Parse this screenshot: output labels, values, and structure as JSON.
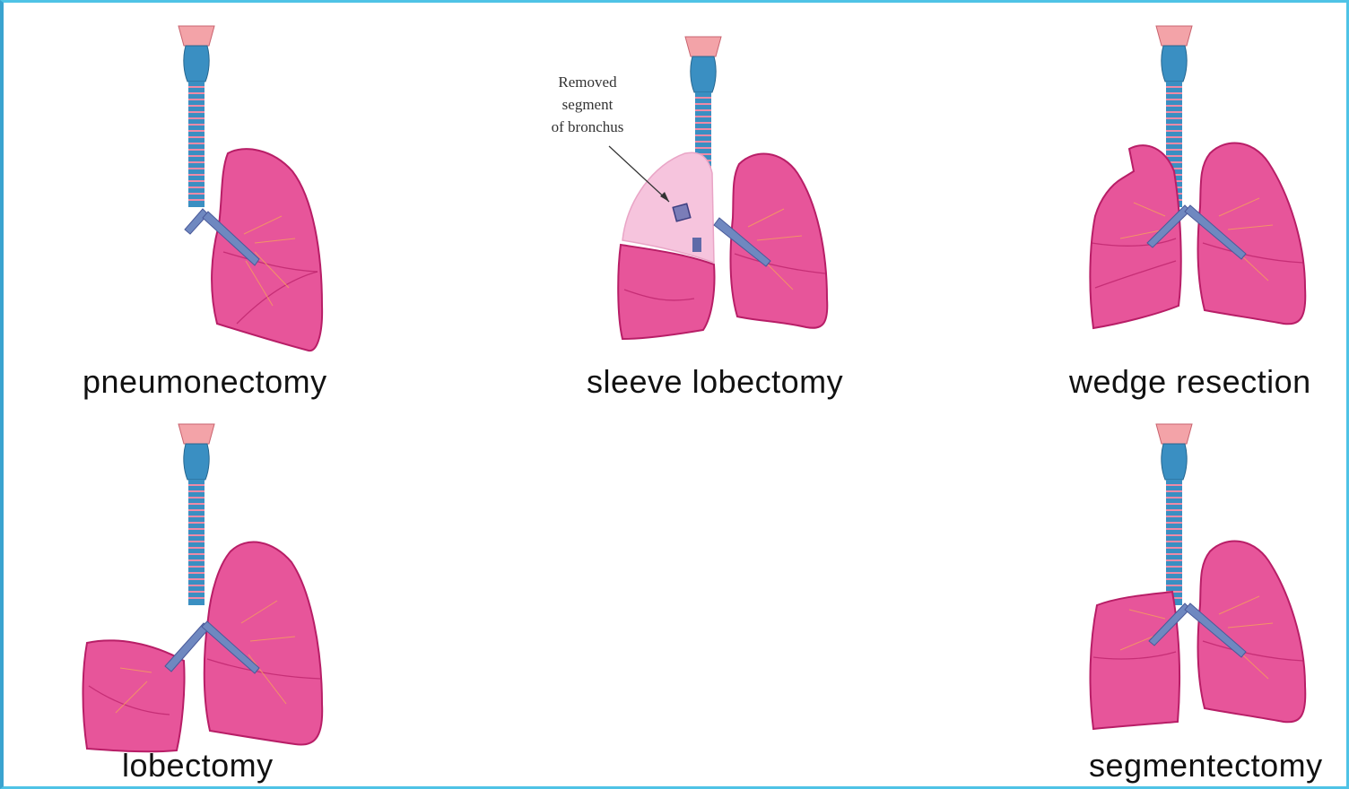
{
  "colors": {
    "lung": "#e7559a",
    "lung_dark": "#b81e67",
    "lung_light": "#f07fb5",
    "removed_lobe": "#f6c4dd",
    "trachea": "#3a8fc2",
    "trachea_ring": "#f08aa6",
    "larynx": "#f3a3a8",
    "vessel": "#f5a35a",
    "border": "#4fc3e6"
  },
  "panels": [
    {
      "id": "pneumonectomy",
      "label": "pneumonectomy"
    },
    {
      "id": "sleeve-lobectomy",
      "label": "sleeve lobectomy",
      "callout": [
        "Removed",
        "segment",
        "of bronchus"
      ]
    },
    {
      "id": "wedge-resection",
      "label": "wedge resection"
    },
    {
      "id": "lobectomy",
      "label": "lobectomy"
    },
    {
      "id": "segmentectomy",
      "label": "segmentectomy"
    }
  ]
}
